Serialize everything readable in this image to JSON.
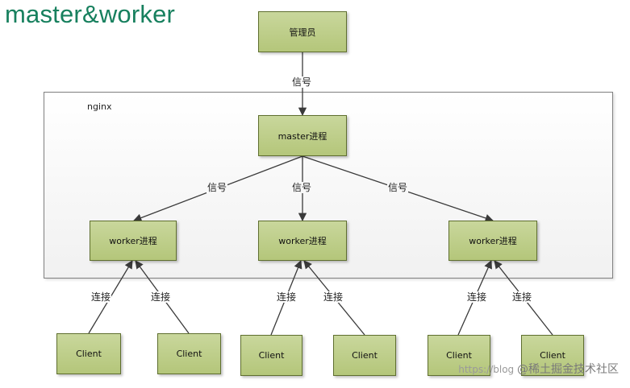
{
  "title": "master&worker",
  "container": {
    "label": "nginx"
  },
  "nodes": {
    "admin": "管理员",
    "master": "master进程",
    "worker1": "worker进程",
    "worker2": "worker进程",
    "worker3": "worker进程",
    "client1": "Client",
    "client2": "Client",
    "client3": "Client",
    "client4": "Client",
    "client5": "Client",
    "client6": "Client"
  },
  "edge_labels": {
    "admin_to_master": "信号",
    "master_to_worker1": "信号",
    "master_to_worker2": "信号",
    "master_to_worker3": "信号",
    "client1_to_worker1": "连接",
    "client2_to_worker1": "连接",
    "client3_to_worker2": "连接",
    "client4_to_worker2": "连接",
    "client5_to_worker3": "连接",
    "client6_to_worker3": "连接"
  },
  "colors": {
    "title": "#17805e",
    "node_fill": "#bfcf8a",
    "node_border": "#5f6f2f",
    "edge": "#3a3a3a"
  },
  "watermark": {
    "url": "https://blog",
    "brand": "@稀土掘金技术社区"
  }
}
